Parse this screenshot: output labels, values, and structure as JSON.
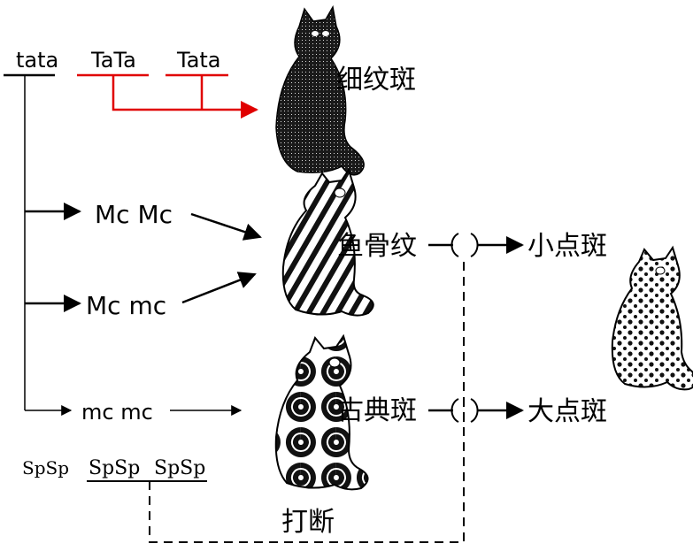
{
  "genotypes": {
    "tata": "tata",
    "TaTa": "TaTa",
    "Tata": "Tata",
    "McMc": "Mc Mc",
    "Mcmc": "Mc mc",
    "mcmc": "mc mc",
    "spsp": "SpSp",
    "Spsp": "SpSp",
    "SpSp": "SpSp"
  },
  "phenotypes": {
    "ticked": "细纹斑",
    "mackerel": "鱼骨纹",
    "classic": "古典斑",
    "small_spot": "小点斑",
    "large_spot": "大点斑",
    "break": "打断"
  },
  "colors": {
    "ticked_arrow": "#e00000",
    "default_line": "#000000"
  },
  "icons": {
    "cat_ticked": "cat-ticked-icon",
    "cat_mackerel": "cat-mackerel-icon",
    "cat_classic": "cat-classic-icon",
    "cat_spotted": "cat-spotted-icon"
  }
}
